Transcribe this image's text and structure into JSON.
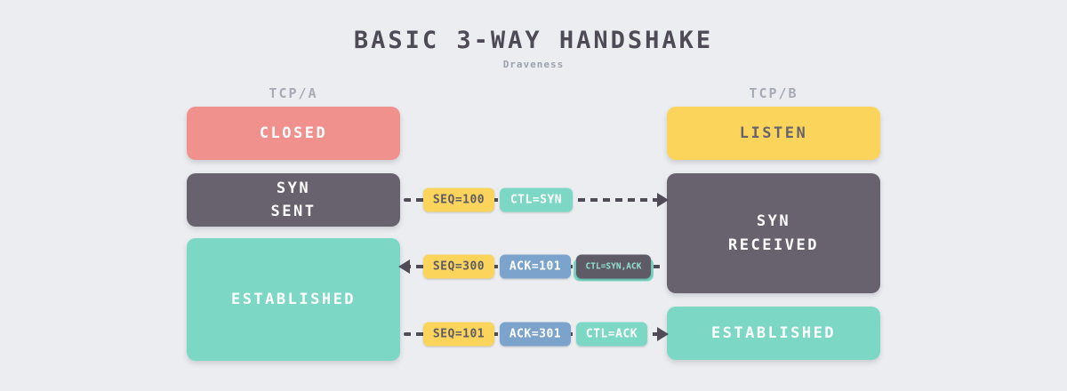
{
  "title": "BASIC 3-WAY HANDSHAKE",
  "subtitle": "Draveness",
  "columns": {
    "left_label": "TCP/A",
    "right_label": "TCP/B"
  },
  "states": {
    "closed": "CLOSED",
    "listen": "LISTEN",
    "syn_sent": "SYN\nSENT",
    "syn_received": "SYN\nRECEIVED",
    "established_left": "ESTABLISHED",
    "established_right": "ESTABLISHED"
  },
  "messages": [
    {
      "direction": "left-to-right",
      "badges": [
        {
          "label": "SEQ=100",
          "color": "yellow"
        },
        {
          "label": "CTL=SYN",
          "color": "teal"
        }
      ]
    },
    {
      "direction": "right-to-left",
      "badges": [
        {
          "label": "SEQ=300",
          "color": "yellow"
        },
        {
          "label": "ACK=101",
          "color": "blue"
        },
        {
          "label": "CTL=SYN,ACK",
          "color": "dark-on-teal"
        }
      ]
    },
    {
      "direction": "left-to-right",
      "badges": [
        {
          "label": "SEQ=101",
          "color": "yellow"
        },
        {
          "label": "ACK=301",
          "color": "blue"
        },
        {
          "label": "CTL=ACK",
          "color": "teal"
        }
      ]
    }
  ],
  "colors": {
    "background": "#ebedf1",
    "salmon": "#f0918d",
    "yellow": "#fbd45c",
    "teal": "#7cd7c4",
    "blue": "#7ba3cb",
    "dark": "#67626d",
    "arrow": "#4f4b57",
    "muted_label": "#a6abb5"
  }
}
